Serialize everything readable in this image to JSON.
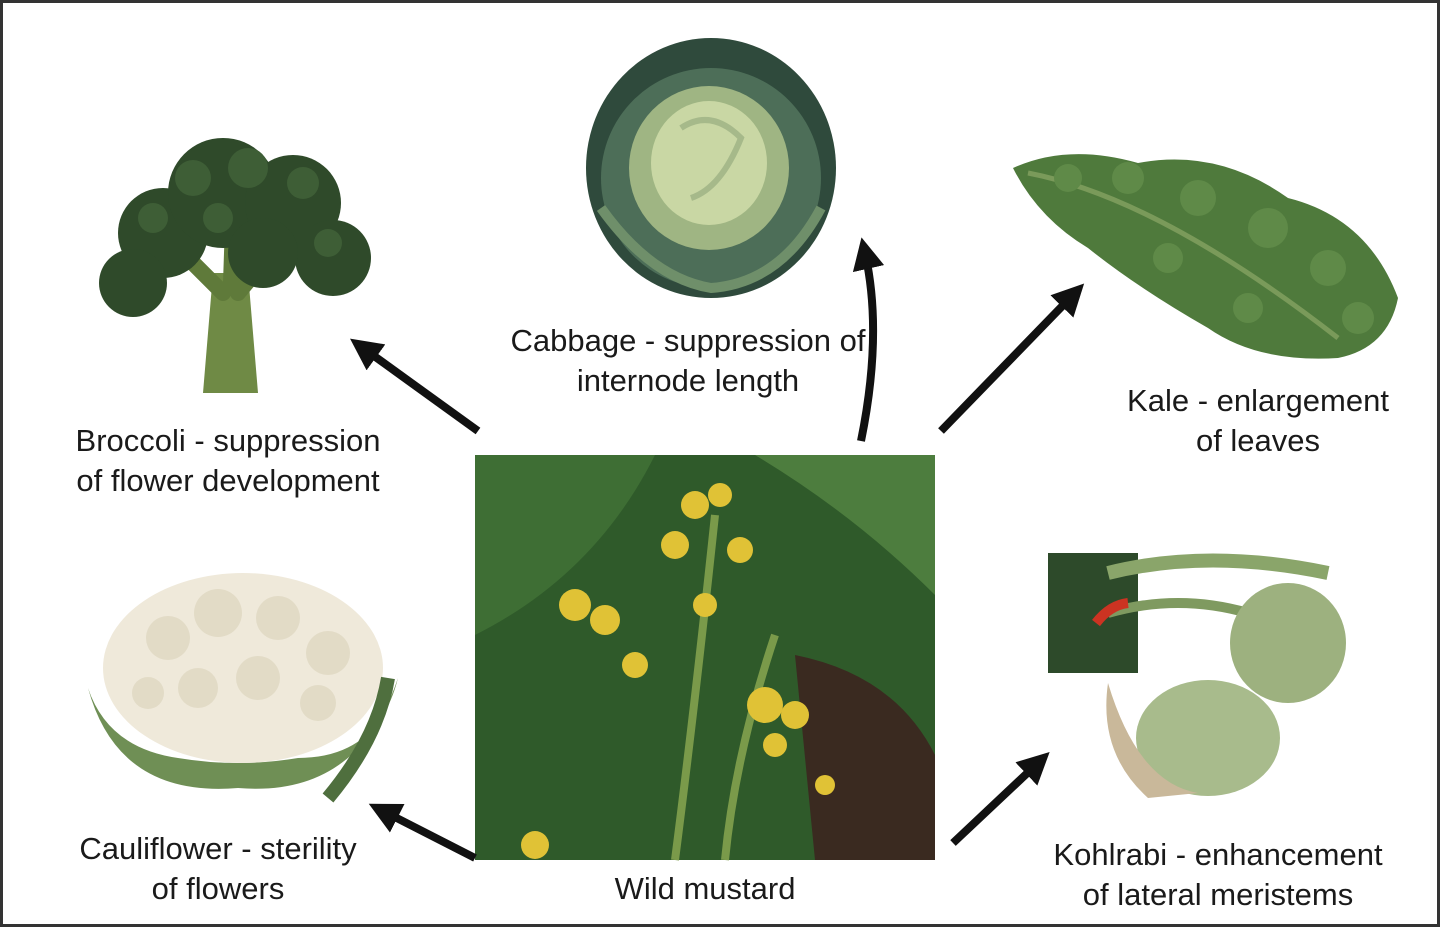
{
  "center": {
    "name": "wild-mustard",
    "caption": "Wild mustard"
  },
  "varieties": [
    {
      "key": "broccoli",
      "lines": [
        "Broccoli - suppression",
        "of flower development"
      ]
    },
    {
      "key": "cabbage",
      "lines": [
        "Cabbage - suppression of",
        "internode length"
      ]
    },
    {
      "key": "kale",
      "lines": [
        "Kale - enlargement",
        "of leaves"
      ]
    },
    {
      "key": "cauliflower",
      "lines": [
        "Cauliflower - sterility",
        "of flowers"
      ]
    },
    {
      "key": "kohlrabi",
      "lines": [
        "Kohlrabi - enhancement",
        "of lateral meristems"
      ]
    }
  ],
  "colors": {
    "arrow": "#111111",
    "broccoli": "#2f4a2a",
    "cabbage_outer": "#3c5a46",
    "cabbage_inner": "#c9d7a4",
    "kale": "#4f7a3c",
    "cauliflower_curd": "#efe9da",
    "cauliflower_leaf": "#6f8f55",
    "kohlrabi": "#9db17f",
    "mustard_bg": "#2f5a2a",
    "mustard_flower": "#e0c236"
  }
}
